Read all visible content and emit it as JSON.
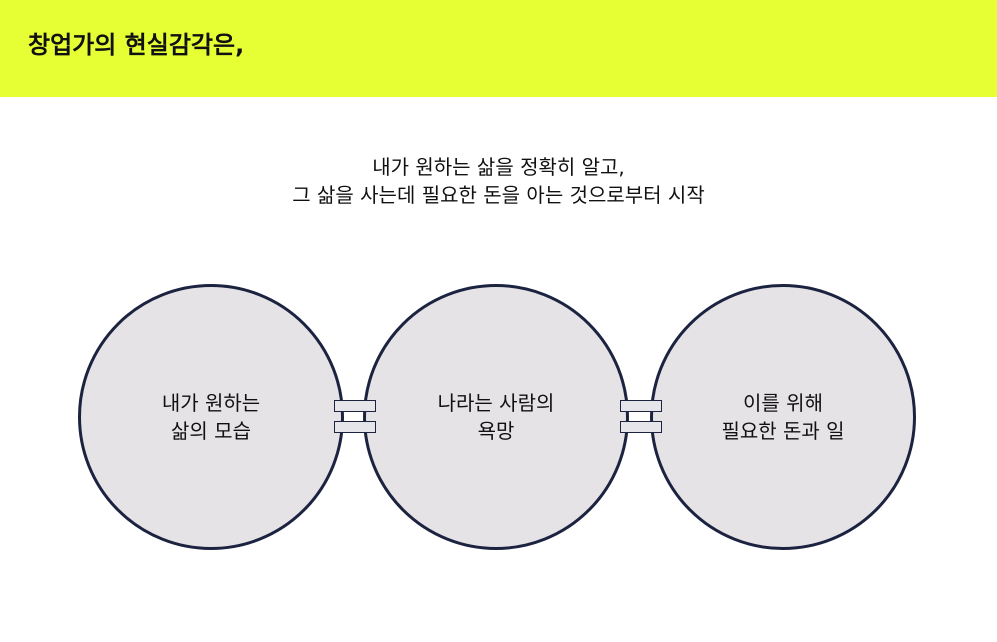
{
  "header": {
    "title": "창업가의 현실감각은,",
    "background_color": "#e5ff34"
  },
  "intro": {
    "line1": "내가 원하는 삶을 정확히 알고,",
    "line2": "그 삶을 사는데 필요한 돈을 아는 것으로부터 시작"
  },
  "circles": [
    {
      "line1": "내가 원하는",
      "line2": "삶의 모습"
    },
    {
      "line1": "나라는 사람의",
      "line2": "욕망"
    },
    {
      "line1": "이를 위해",
      "line2": "필요한 돈과 일"
    }
  ],
  "colors": {
    "circle_fill": "#e5e3e5",
    "circle_border": "#1c2340",
    "connector_fill": "#e6e6ea"
  }
}
